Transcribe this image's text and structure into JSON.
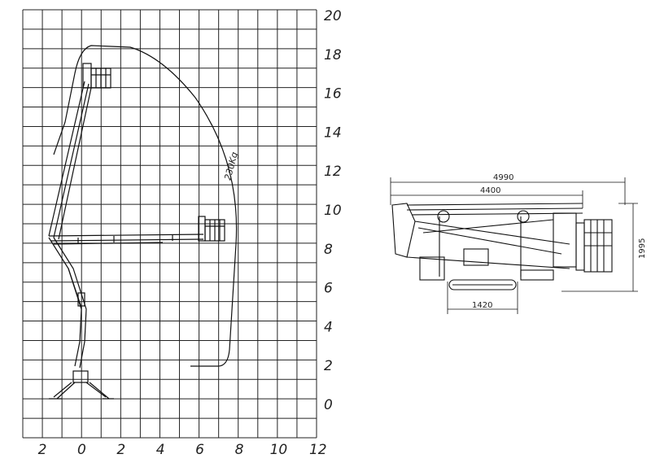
{
  "reach_diagram": {
    "y_ticks": [
      "20",
      "18",
      "16",
      "14",
      "12",
      "10",
      "8",
      "6",
      "4",
      "2",
      "0"
    ],
    "x_ticks": [
      "2",
      "0",
      "2",
      "4",
      "6",
      "8",
      "10",
      "12"
    ],
    "load_label": "230Kg"
  },
  "side_view": {
    "overall_length": "4990",
    "chassis_length": "4400",
    "track_length": "1420",
    "height": "1995"
  }
}
